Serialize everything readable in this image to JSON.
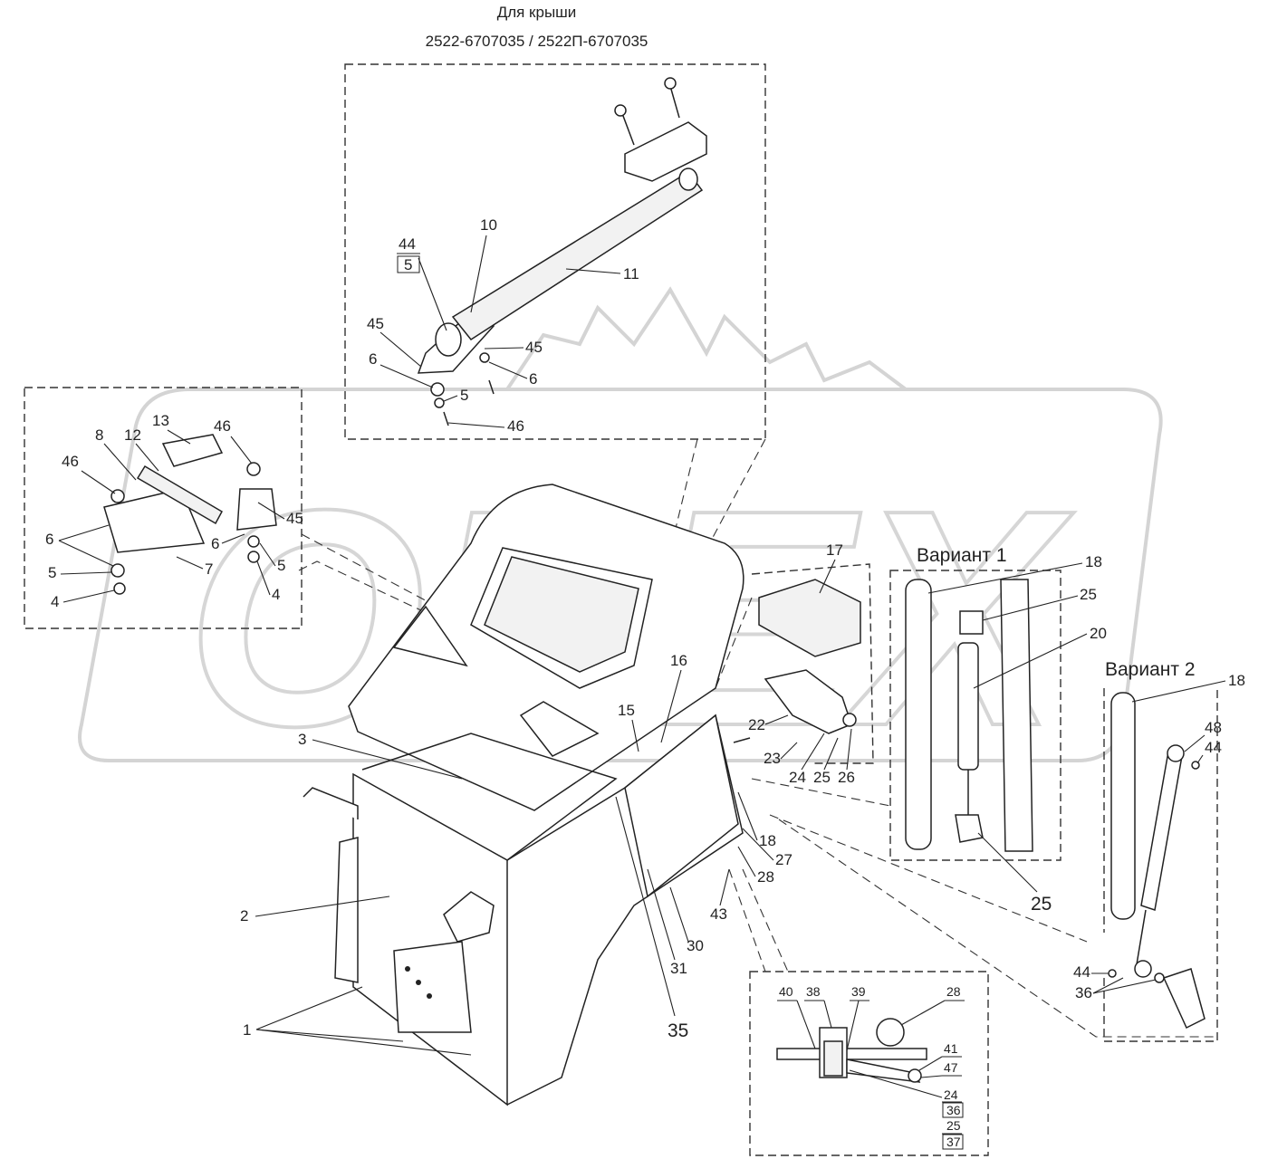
{
  "header": {
    "title": "Для крыши",
    "part_numbers": "2522-6707035 / 2522П-6707035"
  },
  "watermark": {
    "text": "OREX"
  },
  "variants": {
    "variant1": "Вариант 1",
    "variant2": "Вариант 2"
  },
  "labels": {
    "top_box": {
      "l44": "44",
      "l5box": "5",
      "l10": "10",
      "l11": "11",
      "l45a": "45",
      "l45b": "45",
      "l6a": "6",
      "l6b": "6",
      "l5": "5",
      "l46": "46"
    },
    "left_box": {
      "l8": "8",
      "l12": "12",
      "l13": "13",
      "l46a": "46",
      "l46b": "46",
      "l45": "45",
      "l6a": "6",
      "l6b": "6",
      "l7": "7",
      "l5a": "5",
      "l5b": "5",
      "l4a": "4",
      "l4b": "4"
    },
    "main": {
      "l3": "3",
      "l2": "2",
      "l1": "1",
      "l15": "15",
      "l16": "16",
      "l18": "18",
      "l27": "27",
      "l28": "28",
      "l43": "43",
      "l30": "30",
      "l31": "31",
      "l35": "35"
    },
    "side_box": {
      "l17": "17",
      "l22": "22",
      "l23": "23",
      "l24": "24",
      "l25": "25",
      "l26": "26"
    },
    "variant1_box": {
      "l18": "18",
      "l25a": "25",
      "l20": "20",
      "l25b": "25"
    },
    "variant2_box": {
      "l18": "18",
      "l48": "48",
      "l44a": "44",
      "l44b": "44",
      "l36": "36"
    },
    "bottom_box": {
      "l40": "40",
      "l38": "38",
      "l39": "39",
      "l28": "28",
      "l41": "41",
      "l47": "47",
      "l24": "24",
      "l36": "36",
      "l25": "25",
      "l37": "37"
    }
  }
}
